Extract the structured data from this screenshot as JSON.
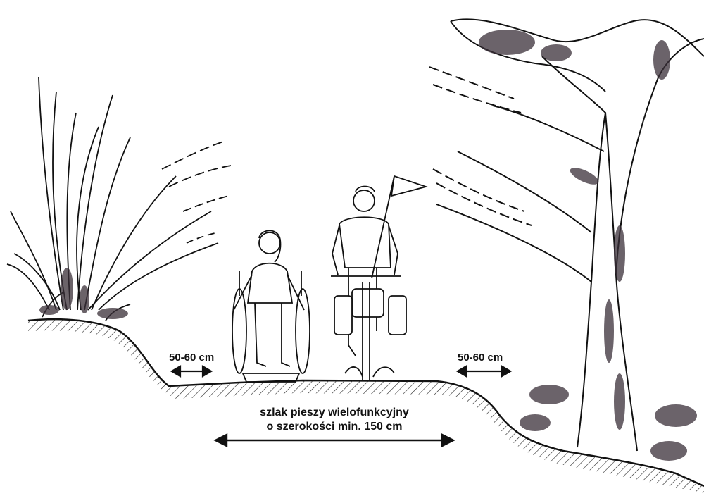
{
  "labels": {
    "left_clearance": "50-60 cm",
    "right_clearance": "50-60 cm",
    "trail_caption_line1": "szlak pieszy wielofunkcyjny",
    "trail_caption_line2": "o szerokości min. 150 cm"
  },
  "colors": {
    "ink": "#111111",
    "shade": "#3a2f38",
    "background": "#ffffff"
  },
  "figures": [
    "wheelchair-user",
    "cyclist-with-flag",
    "tall-grass-bush",
    "large-tree"
  ]
}
